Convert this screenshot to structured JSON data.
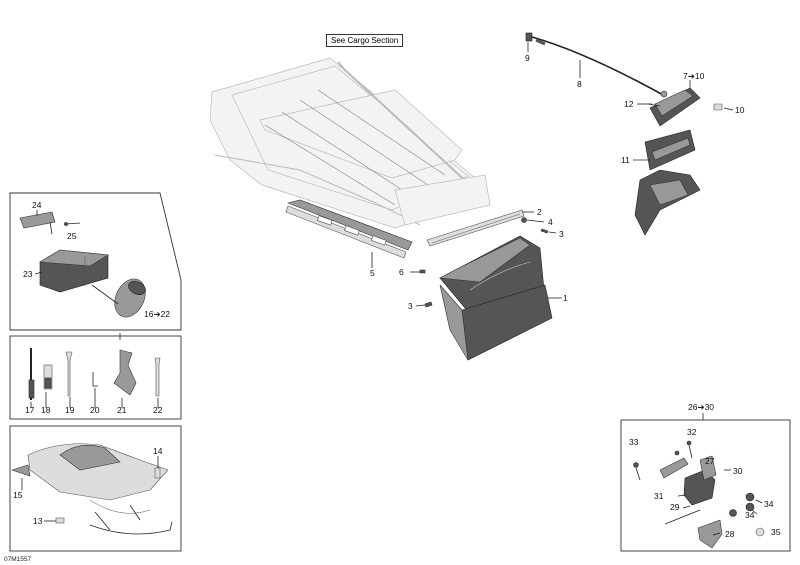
{
  "reference_note": "See Cargo Section",
  "drawing_code": "07M1557",
  "callouts": {
    "c1": "1",
    "c2": "2",
    "c3a": "3",
    "c3b": "3",
    "c4": "4",
    "c5": "5",
    "c6": "6",
    "c7": "7➔10",
    "c8": "8",
    "c9": "9",
    "c10": "10",
    "c11": "11",
    "c12": "12",
    "c13": "13",
    "c14": "14",
    "c15": "15",
    "c16": "16➔22",
    "c17": "17",
    "c18": "18",
    "c19": "19",
    "c20": "20",
    "c21": "21",
    "c22": "22",
    "c23": "23",
    "c24": "24",
    "c25": "25",
    "c26": "26➔30",
    "c27": "27",
    "c28": "28",
    "c29": "29",
    "c30": "30",
    "c31": "31",
    "c32": "32",
    "c33": "33",
    "c34a": "34",
    "c34b": "34",
    "c35": "35"
  }
}
